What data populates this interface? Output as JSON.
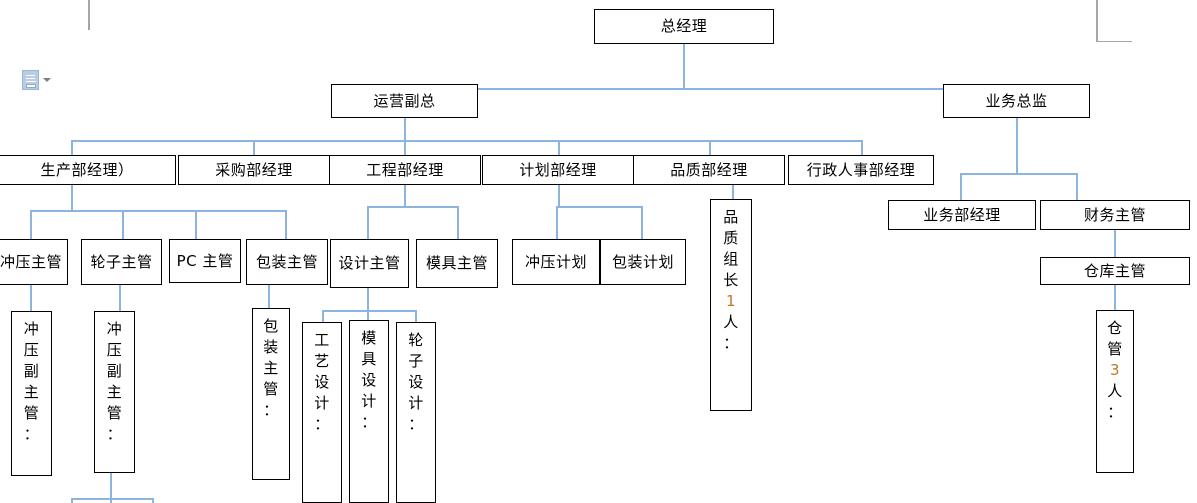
{
  "document": {
    "app": "word-document-canvas",
    "paste_icon_label": "paste-options"
  },
  "colors": {
    "connector": "#8DB4DC",
    "box_border": "#000000",
    "box_fill": "#FFFFFF",
    "number_text": "#C07828",
    "margin_guide": "#A6A6A6"
  },
  "chart_title": "",
  "org_chart": {
    "level1": [
      {
        "id": "gm",
        "label": "总经理"
      }
    ],
    "level2": [
      {
        "id": "ops_vp",
        "label": "运营副总"
      },
      {
        "id": "biz_dir",
        "label": "业务总监"
      }
    ],
    "level3": [
      {
        "id": "prod_mgr",
        "label": "生产部经理）"
      },
      {
        "id": "purch_mgr",
        "label": "采购部经理"
      },
      {
        "id": "eng_mgr",
        "label": "工程部经理"
      },
      {
        "id": "plan_mgr",
        "label": "计划部经理"
      },
      {
        "id": "qa_mgr",
        "label": "品质部经理"
      },
      {
        "id": "hr_mgr",
        "label": "行政人事部经理"
      },
      {
        "id": "sales_mgr",
        "label": "业务部经理"
      },
      {
        "id": "fin_sup",
        "label": "财务主管"
      }
    ],
    "level4": [
      {
        "id": "stamp_sup",
        "label": "冲压主管"
      },
      {
        "id": "wheel_sup",
        "label": "轮子主管"
      },
      {
        "id": "pc_sup",
        "label": "PC 主管"
      },
      {
        "id": "pack_sup",
        "label": "包装主管"
      },
      {
        "id": "design_sup",
        "label": "设计主管"
      },
      {
        "id": "mold_sup",
        "label": "模具主管"
      },
      {
        "id": "stamp_plan",
        "label": "冲压计划"
      },
      {
        "id": "pack_plan",
        "label": "包装计划"
      },
      {
        "id": "qa_lead",
        "label": "品质组长 1 人：",
        "chars": [
          "品",
          "质",
          "组",
          "长",
          "1",
          "人",
          "："
        ],
        "number_index": 4
      },
      {
        "id": "wh_sup",
        "label": "仓库主管"
      }
    ],
    "level5": [
      {
        "id": "stamp_deputy_1",
        "label": "冲压副主管：",
        "chars": [
          "冲",
          "压",
          "副",
          "主",
          "管",
          "："
        ]
      },
      {
        "id": "stamp_deputy_2",
        "label": "冲压副主管：",
        "chars": [
          "冲",
          "压",
          "副",
          "主",
          "管",
          "："
        ]
      },
      {
        "id": "pack_sup_sub",
        "label": "包装主管：",
        "chars": [
          "包",
          "装",
          "主",
          "管",
          "："
        ]
      },
      {
        "id": "process_design",
        "label": "工艺设计：",
        "chars": [
          "工",
          "艺",
          "设",
          "计",
          "："
        ]
      },
      {
        "id": "mold_design",
        "label": "模具设计：",
        "chars": [
          "模",
          "具",
          "设",
          "计",
          "："
        ]
      },
      {
        "id": "wheel_design",
        "label": "轮子设计：",
        "chars": [
          "轮",
          "子",
          "设",
          "计",
          "："
        ]
      },
      {
        "id": "warehouse_staff",
        "label": "仓管 3 人：",
        "chars": [
          "仓",
          "管",
          "3",
          "人",
          "："
        ],
        "number_index": 2
      }
    ]
  }
}
